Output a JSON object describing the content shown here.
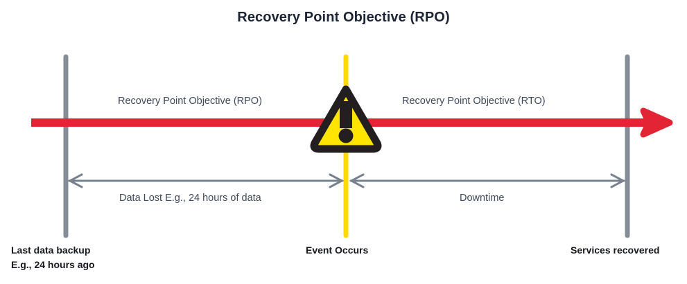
{
  "diagram": {
    "title": "Recovery Point Objective (RPO)",
    "type": "timeline-diagram",
    "colors": {
      "title_text": "#1c2434",
      "timeline_red": "#e32434",
      "event_marker_yellow": "#ffd900",
      "milestone_gray": "#848d96",
      "measure_arrow_gray": "#78828f",
      "warning_fill": "#ffe500",
      "warning_stroke": "#231f20",
      "label_text": "#3f4a5a",
      "axis_label_text": "#16181d",
      "background": "#ffffff"
    },
    "timeline": {
      "name": "time-arrow",
      "direction": "left-to-right",
      "arrowhead": "right"
    },
    "phases": [
      {
        "key": "rpo",
        "label": "Recovery Point Objective (RPO)",
        "from": "Last data backup",
        "to": "Event Occurs"
      },
      {
        "key": "rto",
        "label": "Recovery Point Objective (RTO)",
        "from": "Event Occurs",
        "to": "Services recovered"
      }
    ],
    "measures": [
      {
        "key": "data-lost",
        "label": "Data Lost E.g., 24 hours of data"
      },
      {
        "key": "downtime",
        "label": "Downtime"
      }
    ],
    "milestones": [
      {
        "key": "last-backup",
        "label_line1": "Last data backup",
        "label_line2": "E.g., 24 hours ago",
        "marker": "gray-vertical-line"
      },
      {
        "key": "event",
        "label_line1": "Event Occurs",
        "label_line2": "",
        "marker": "yellow-vertical-line"
      },
      {
        "key": "services-recovered",
        "label_line1": "Services recovered",
        "label_line2": "",
        "marker": "gray-vertical-line"
      }
    ],
    "event_icon": {
      "name": "warning-triangle-icon",
      "glyph": "!",
      "meaning": "incident / outage event"
    }
  }
}
